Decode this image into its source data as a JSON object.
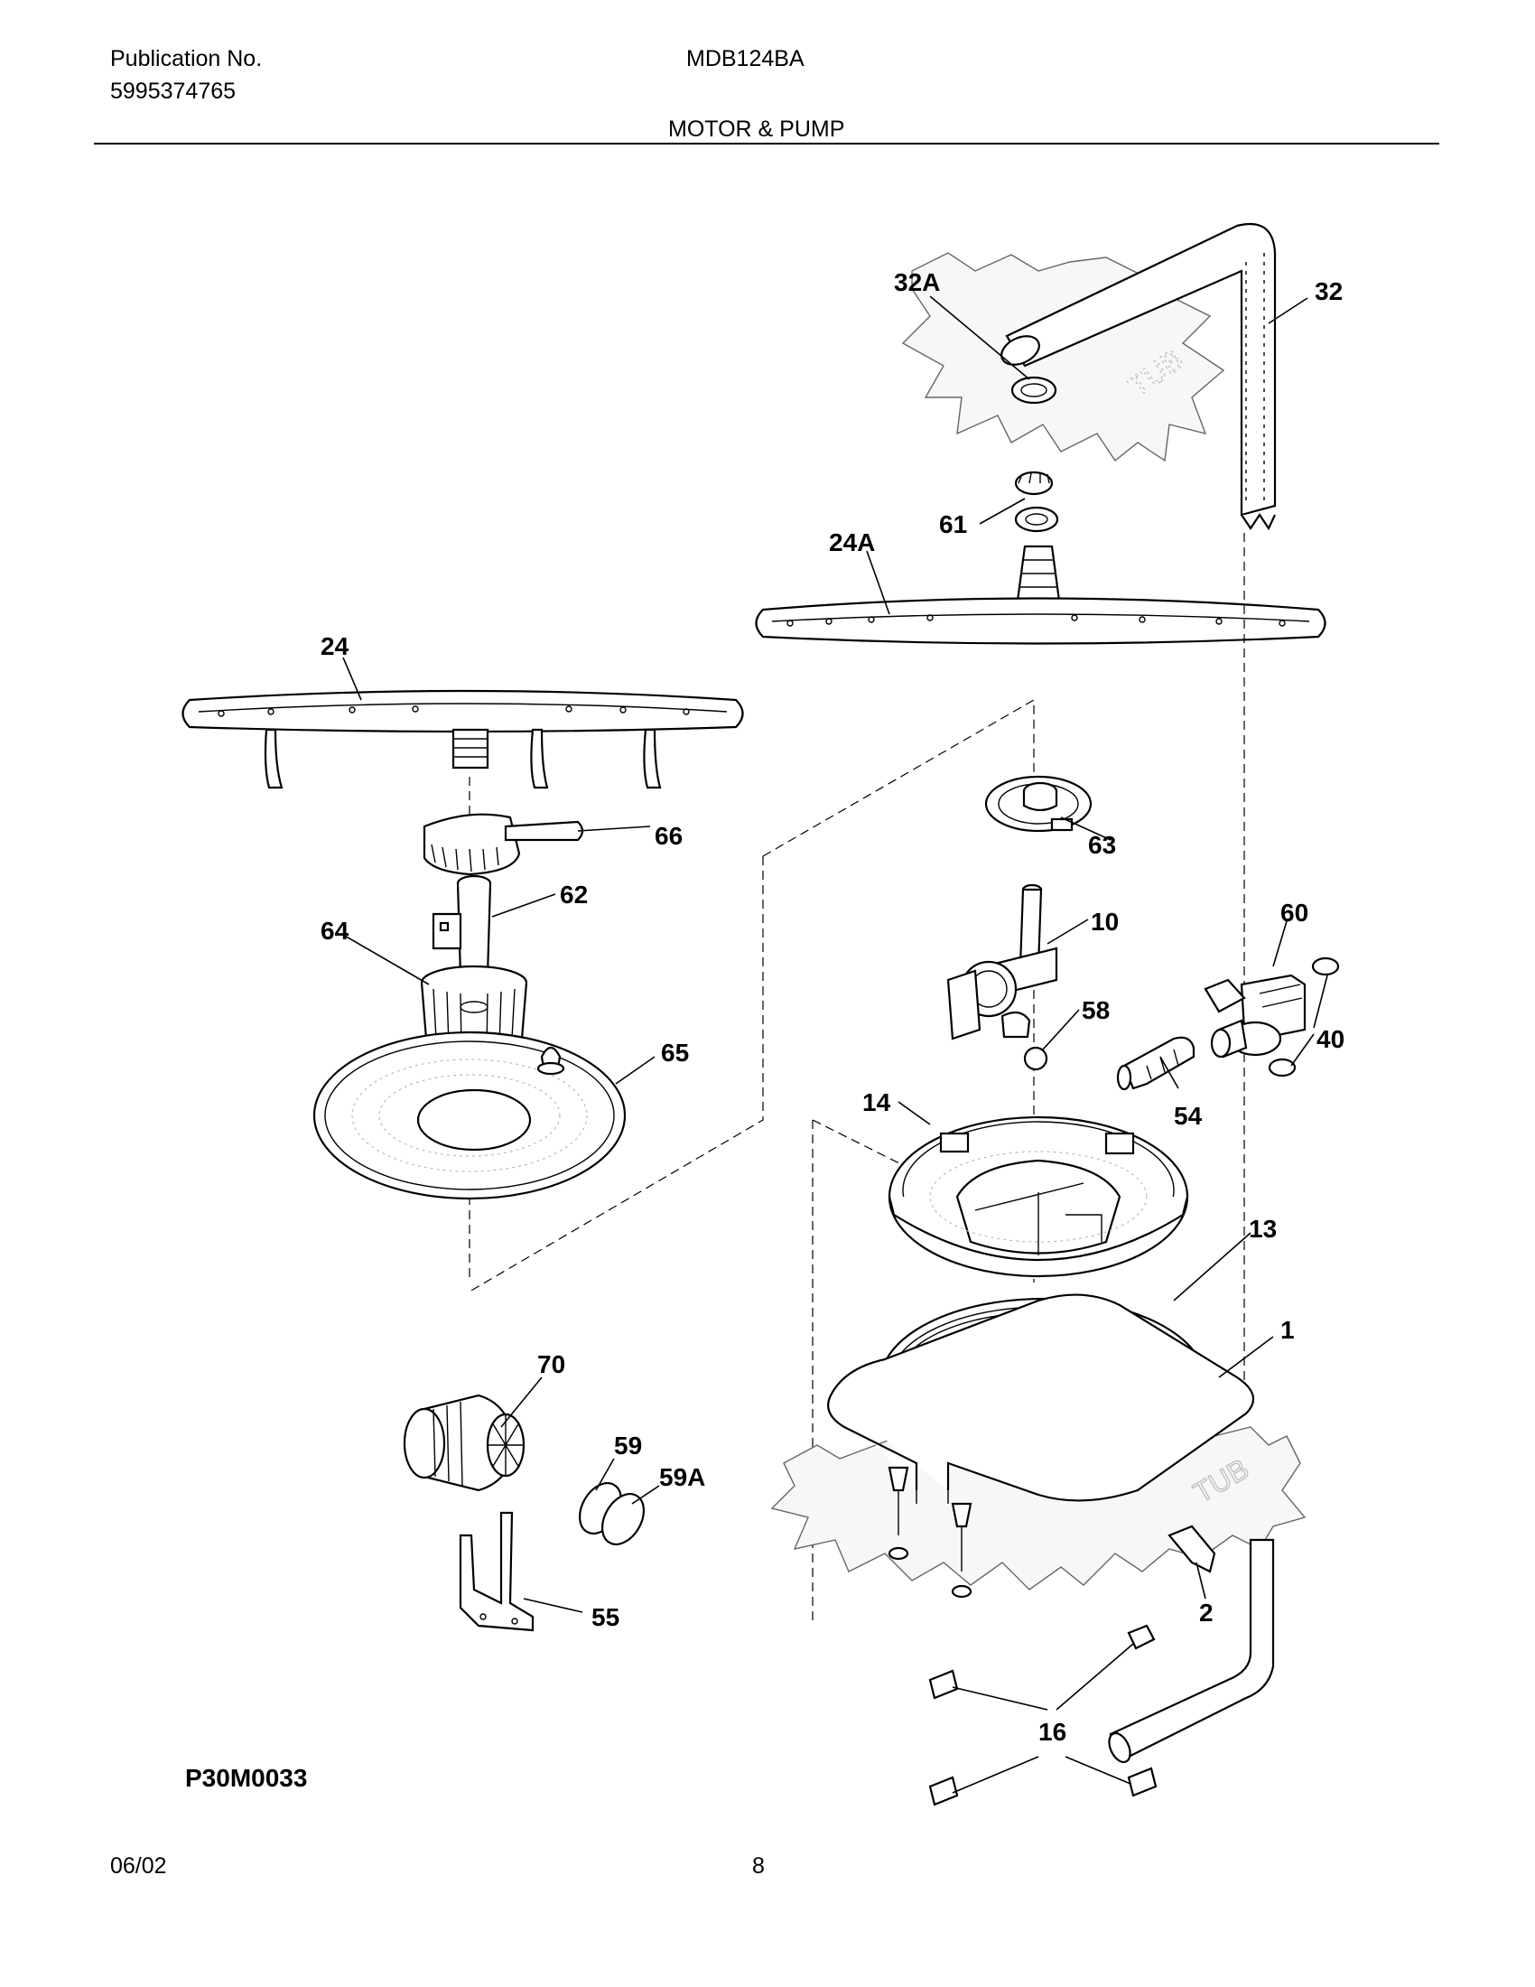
{
  "header": {
    "publication_label": "Publication No.",
    "publication_number": "5995374765",
    "model": "MDB124BA",
    "section": "MOTOR & PUMP"
  },
  "diagram": {
    "figure_id": "P30M0033",
    "tub_label": "TUB",
    "callouts": {
      "c32A": "32A",
      "c32": "32",
      "c61": "61",
      "c24A": "24A",
      "c24": "24",
      "c66": "66",
      "c63": "63",
      "c62": "62",
      "c64": "64",
      "c10": "10",
      "c60": "60",
      "c58": "58",
      "c40": "40",
      "c65": "65",
      "c14": "14",
      "c54": "54",
      "c13": "13",
      "c1": "1",
      "c70": "70",
      "c59": "59",
      "c59A": "59A",
      "c55": "55",
      "c2": "2",
      "c16": "16"
    }
  },
  "footer": {
    "date": "06/02",
    "page": "8"
  }
}
